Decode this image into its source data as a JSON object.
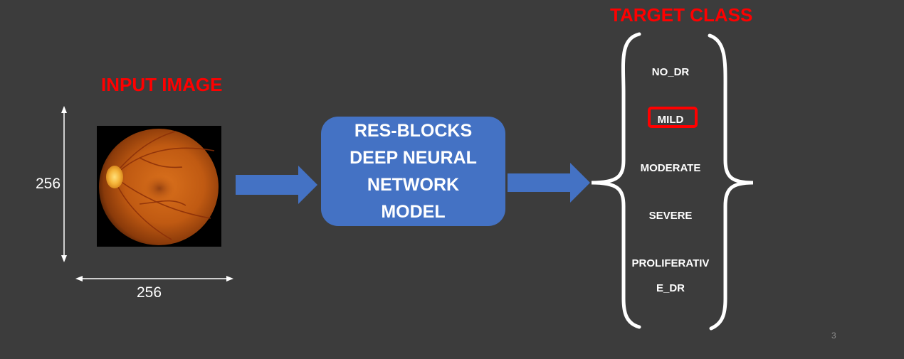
{
  "input": {
    "title": "INPUT IMAGE",
    "height_label": "256",
    "width_label": "256"
  },
  "model": {
    "lines": [
      "RES-BLOCKS",
      "DEEP NEURAL",
      "NETWORK",
      "MODEL"
    ]
  },
  "target": {
    "title": "TARGET CLASS",
    "classes": [
      "NO_DR",
      "MILD",
      "MODERATE",
      "SEVERE",
      "PROLIFERATIV",
      "E_DR"
    ],
    "highlighted": "MILD"
  },
  "slide": {
    "page_number": "3"
  },
  "colors": {
    "background": "#3c3c3c",
    "title_red": "#ff0000",
    "arrow_blue": "#4472c4",
    "text_white": "#ffffff"
  }
}
